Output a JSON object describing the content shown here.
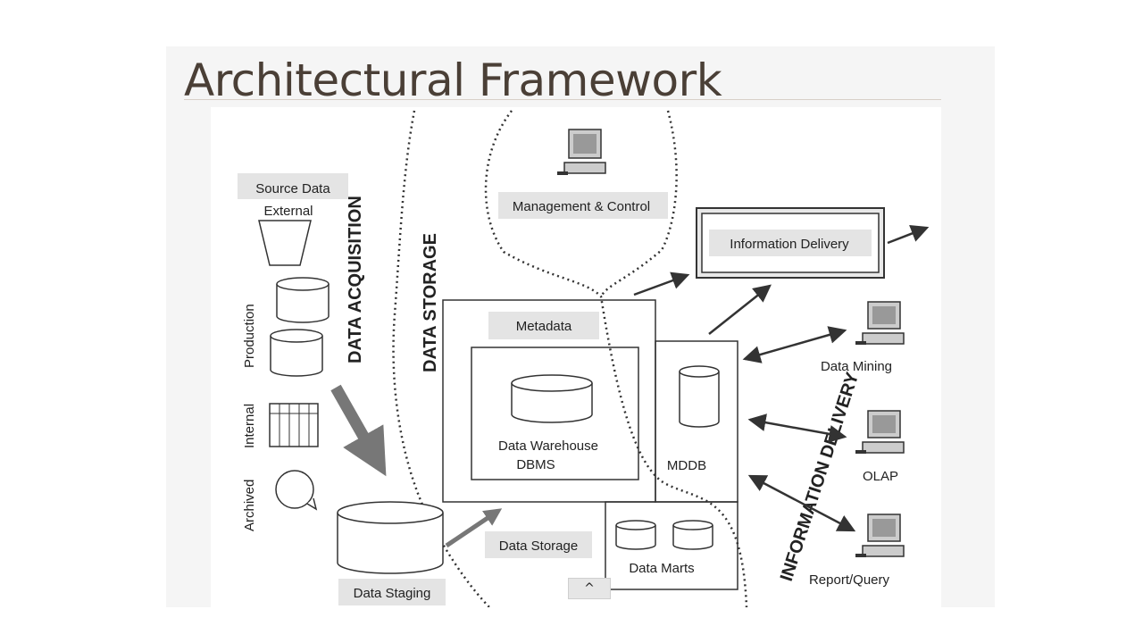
{
  "title": "Architectural Framework",
  "zones": {
    "acquisition": "DATA ACQUISITION",
    "storage": "DATA STORAGE",
    "delivery": "INFORMATION DELIVERY"
  },
  "source": {
    "heading": "Source Data",
    "external": "External",
    "production": "Production",
    "internal": "Internal",
    "archived": "Archived"
  },
  "labels": {
    "management": "Management & Control",
    "info_delivery": "Information Delivery",
    "metadata": "Metadata",
    "dw_line1": "Data Warehouse",
    "dw_line2": "DBMS",
    "mddb": "MDDB",
    "staging": "Data Staging",
    "storage_box": "Data Storage",
    "marts": "Data Marts",
    "mining": "Data Mining",
    "olap": "OLAP",
    "report": "Report/Query"
  },
  "icons": {
    "scroll": "chevron-up-icon"
  },
  "scroll_glyph": "^"
}
